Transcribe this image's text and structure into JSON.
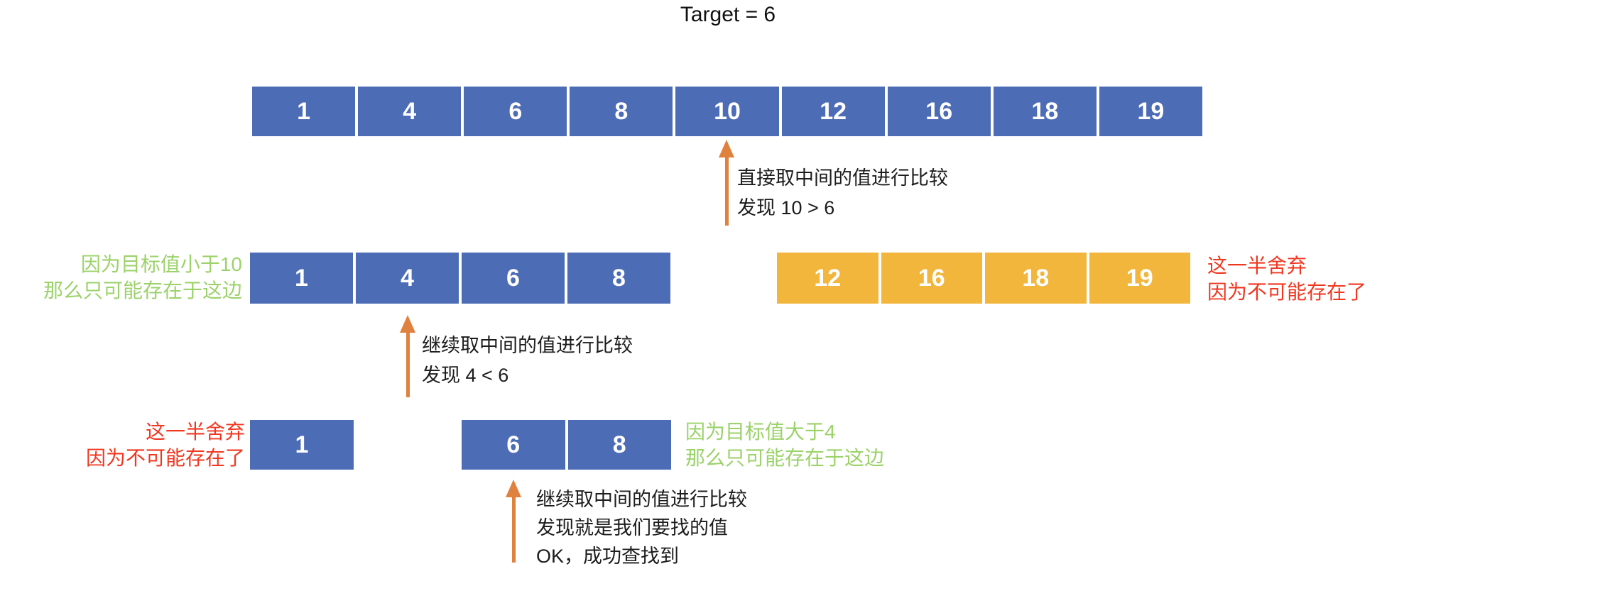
{
  "title": "Target = 6",
  "colors": {
    "cell_blue": "#4D6CB6",
    "cell_gold": "#F2B63C",
    "arrow_orange": "#E0813F",
    "note_green": "#9BD269",
    "note_red": "#F03720",
    "note_black": "#1c1c1c",
    "cell_text": "#ffffff"
  },
  "step1": {
    "array": {
      "values": [
        "1",
        "4",
        "6",
        "8",
        "10",
        "12",
        "16",
        "18",
        "19"
      ]
    },
    "pointer_note": {
      "line1": "直接取中间的值进行比较",
      "line2": "发现 10 > 6"
    }
  },
  "step2": {
    "left_note": {
      "line1": "因为目标值小于10",
      "line2": "那么只可能存在于这边"
    },
    "kept_array": {
      "values": [
        "1",
        "4",
        "6",
        "8"
      ]
    },
    "discarded_array": {
      "values": [
        "12",
        "16",
        "18",
        "19"
      ]
    },
    "right_note": {
      "line1": "这一半舍弃",
      "line2": "因为不可能存在了"
    },
    "pointer_note": {
      "line1": "继续取中间的值进行比较",
      "line2": "发现 4 < 6"
    }
  },
  "step3": {
    "left_note": {
      "line1": "这一半舍弃",
      "line2": "因为不可能存在了"
    },
    "discarded_array": {
      "values": [
        "1"
      ]
    },
    "kept_array": {
      "values": [
        "6",
        "8"
      ]
    },
    "right_note": {
      "line1": "因为目标值大于4",
      "line2": "那么只可能存在于这边"
    },
    "pointer_note": {
      "line1": "继续取中间的值进行比较",
      "line2": "发现就是我们要找的值",
      "line3": "OK，成功查找到"
    }
  }
}
